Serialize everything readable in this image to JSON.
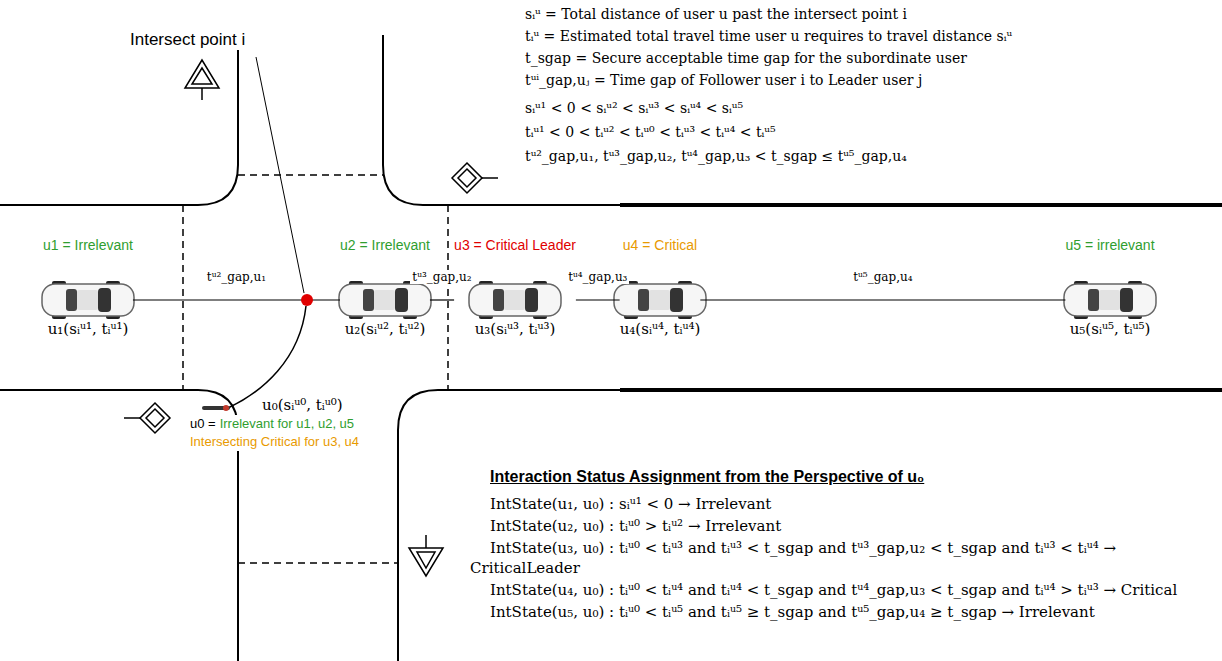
{
  "diagram": {
    "nodes": [
      {
        "text": [
          "u1 = Irrelevant",
          "u₁(sᵢᵘ¹, tᵢᵘ¹)"
        ]
      },
      {
        "text": [
          "u2 = Irrelevant",
          "u₂(sᵢᵘ², tᵢᵘ²)"
        ]
      },
      {
        "text": [
          "u3 = Critical Leader",
          "u₃(sᵢᵘ³, tᵢᵘ³)"
        ]
      },
      {
        "text": [
          "u4 = Critical",
          "u₄(sᵢᵘ⁴, tᵢᵘ⁴)"
        ]
      },
      {
        "text": [
          "u5 = irrelevant",
          "u₅(sᵢᵘ⁵, tᵢᵘ⁵)"
        ]
      },
      {
        "text": [
          "u₀(sᵢᵘ⁰, tᵢᵘ⁰)",
          "u0 =",
          "Irrelevant for u1, u2, u5",
          "Intersecting Critical for u3, u4"
        ]
      }
    ],
    "edges": [
      {
        "from": 0,
        "to": 1,
        "arrow": "none",
        "label": "tᵘ²_gap,u₁"
      },
      {
        "from": 1,
        "to": 2,
        "arrow": "none",
        "label": "tᵘ³_gap,u₂"
      },
      {
        "from": 2,
        "to": 3,
        "arrow": "none",
        "label": "tᵘ⁴_gap,u₃"
      },
      {
        "from": 3,
        "to": 4,
        "arrow": "none",
        "label": "tᵘ⁵_gap,u₄"
      }
    ],
    "labels": [
      "Intersect point i",
      "sᵢᵘ = Total distance of user u past the intersect point i",
      "tᵢᵘ = Estimated total travel time user u requires to travel distance sᵢᵘ",
      "t_sgap = Secure acceptable time gap for the subordinate user",
      "tᵘⁱ_gap,uⱼ = Time gap of Follower user i to Leader user j",
      "sᵢᵘ¹ < 0 < sᵢᵘ² < sᵢᵘ³ < sᵢᵘ⁴ < sᵢᵘ⁵",
      "tᵢᵘ¹ < 0 < tᵢᵘ² < tᵢᵘ⁰ < tᵢᵘ³ < tᵢᵘ⁴ < tᵢᵘ⁵",
      "tᵘ²_gap,u₁, tᵘ³_gap,u₂, tᵘ⁴_gap,u₃ < t_sgap ≤ tᵘ⁵_gap,u₄",
      "Interaction Status Assignment from the Perspective of u₀",
      "IntState(u₁, u₀) : sᵢᵘ¹ < 0 → Irrelevant",
      "IntState(u₂, u₀) : tᵢᵘ⁰ > tᵢᵘ² → Irrelevant",
      "IntState(u₃, u₀) : tᵢᵘ⁰ < tᵢᵘ³ and tᵢᵘ³ < t_sgap and tᵘ³_gap,u₂ < t_sgap and tᵢᵘ³ < tᵢᵘ⁴ → CriticalLeader",
      "IntState(u₄, u₀) : tᵢᵘ⁰ < tᵢᵘ⁴ and tᵢᵘ⁴ < t_sgap and tᵘ⁴_gap,u₃ < t_sgap and tᵢᵘ⁴ > tᵢᵘ³ → Critical",
      "IntState(u₅, u₀) : tᵢᵘ⁰ < tᵢᵘ⁵ and tᵢᵘ⁵ ≥ t_sgap and tᵘ⁵_gap,u₄ ≥ t_sgap → Irrelevant"
    ]
  }
}
